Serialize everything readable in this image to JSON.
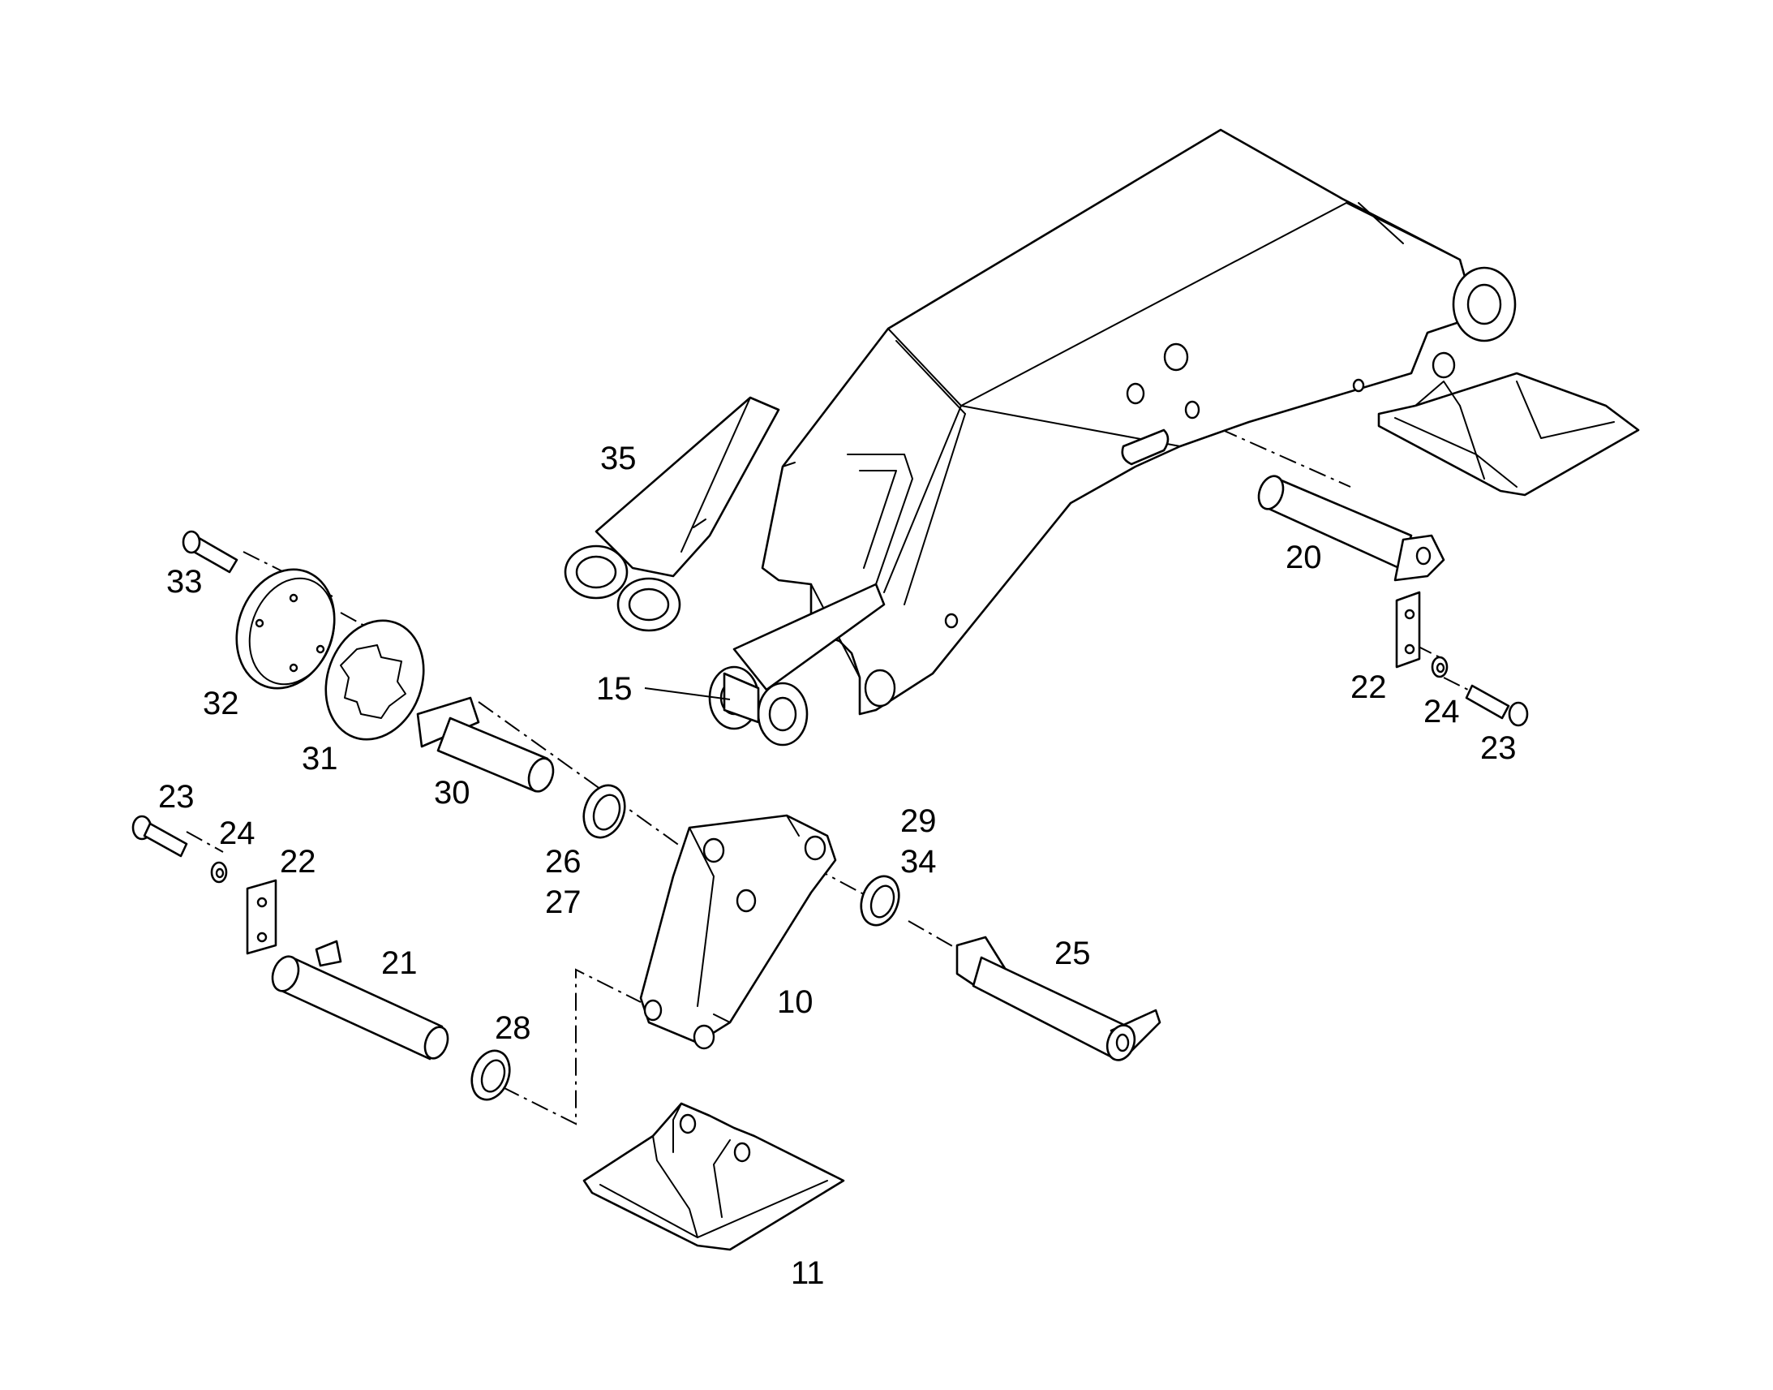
{
  "diagram": {
    "type": "exploded parts drawing",
    "line_color": "#000000",
    "background_color": "#ffffff",
    "callouts": [
      {
        "key": "c35",
        "text": "35"
      },
      {
        "key": "c33",
        "text": "33"
      },
      {
        "key": "c32",
        "text": "32"
      },
      {
        "key": "c31",
        "text": "31"
      },
      {
        "key": "c30",
        "text": "30"
      },
      {
        "key": "c15",
        "text": "15"
      },
      {
        "key": "c20",
        "text": "20"
      },
      {
        "key": "c22a",
        "text": "22"
      },
      {
        "key": "c24a",
        "text": "24"
      },
      {
        "key": "c23a",
        "text": "23"
      },
      {
        "key": "c23b",
        "text": "23"
      },
      {
        "key": "c24b",
        "text": "24"
      },
      {
        "key": "c22b",
        "text": "22"
      },
      {
        "key": "c26",
        "text": "26"
      },
      {
        "key": "c27",
        "text": "27"
      },
      {
        "key": "c29",
        "text": "29"
      },
      {
        "key": "c34",
        "text": "34"
      },
      {
        "key": "c21",
        "text": "21"
      },
      {
        "key": "c28",
        "text": "28"
      },
      {
        "key": "c10",
        "text": "10"
      },
      {
        "key": "c25",
        "text": "25"
      },
      {
        "key": "c11",
        "text": "11"
      }
    ]
  }
}
